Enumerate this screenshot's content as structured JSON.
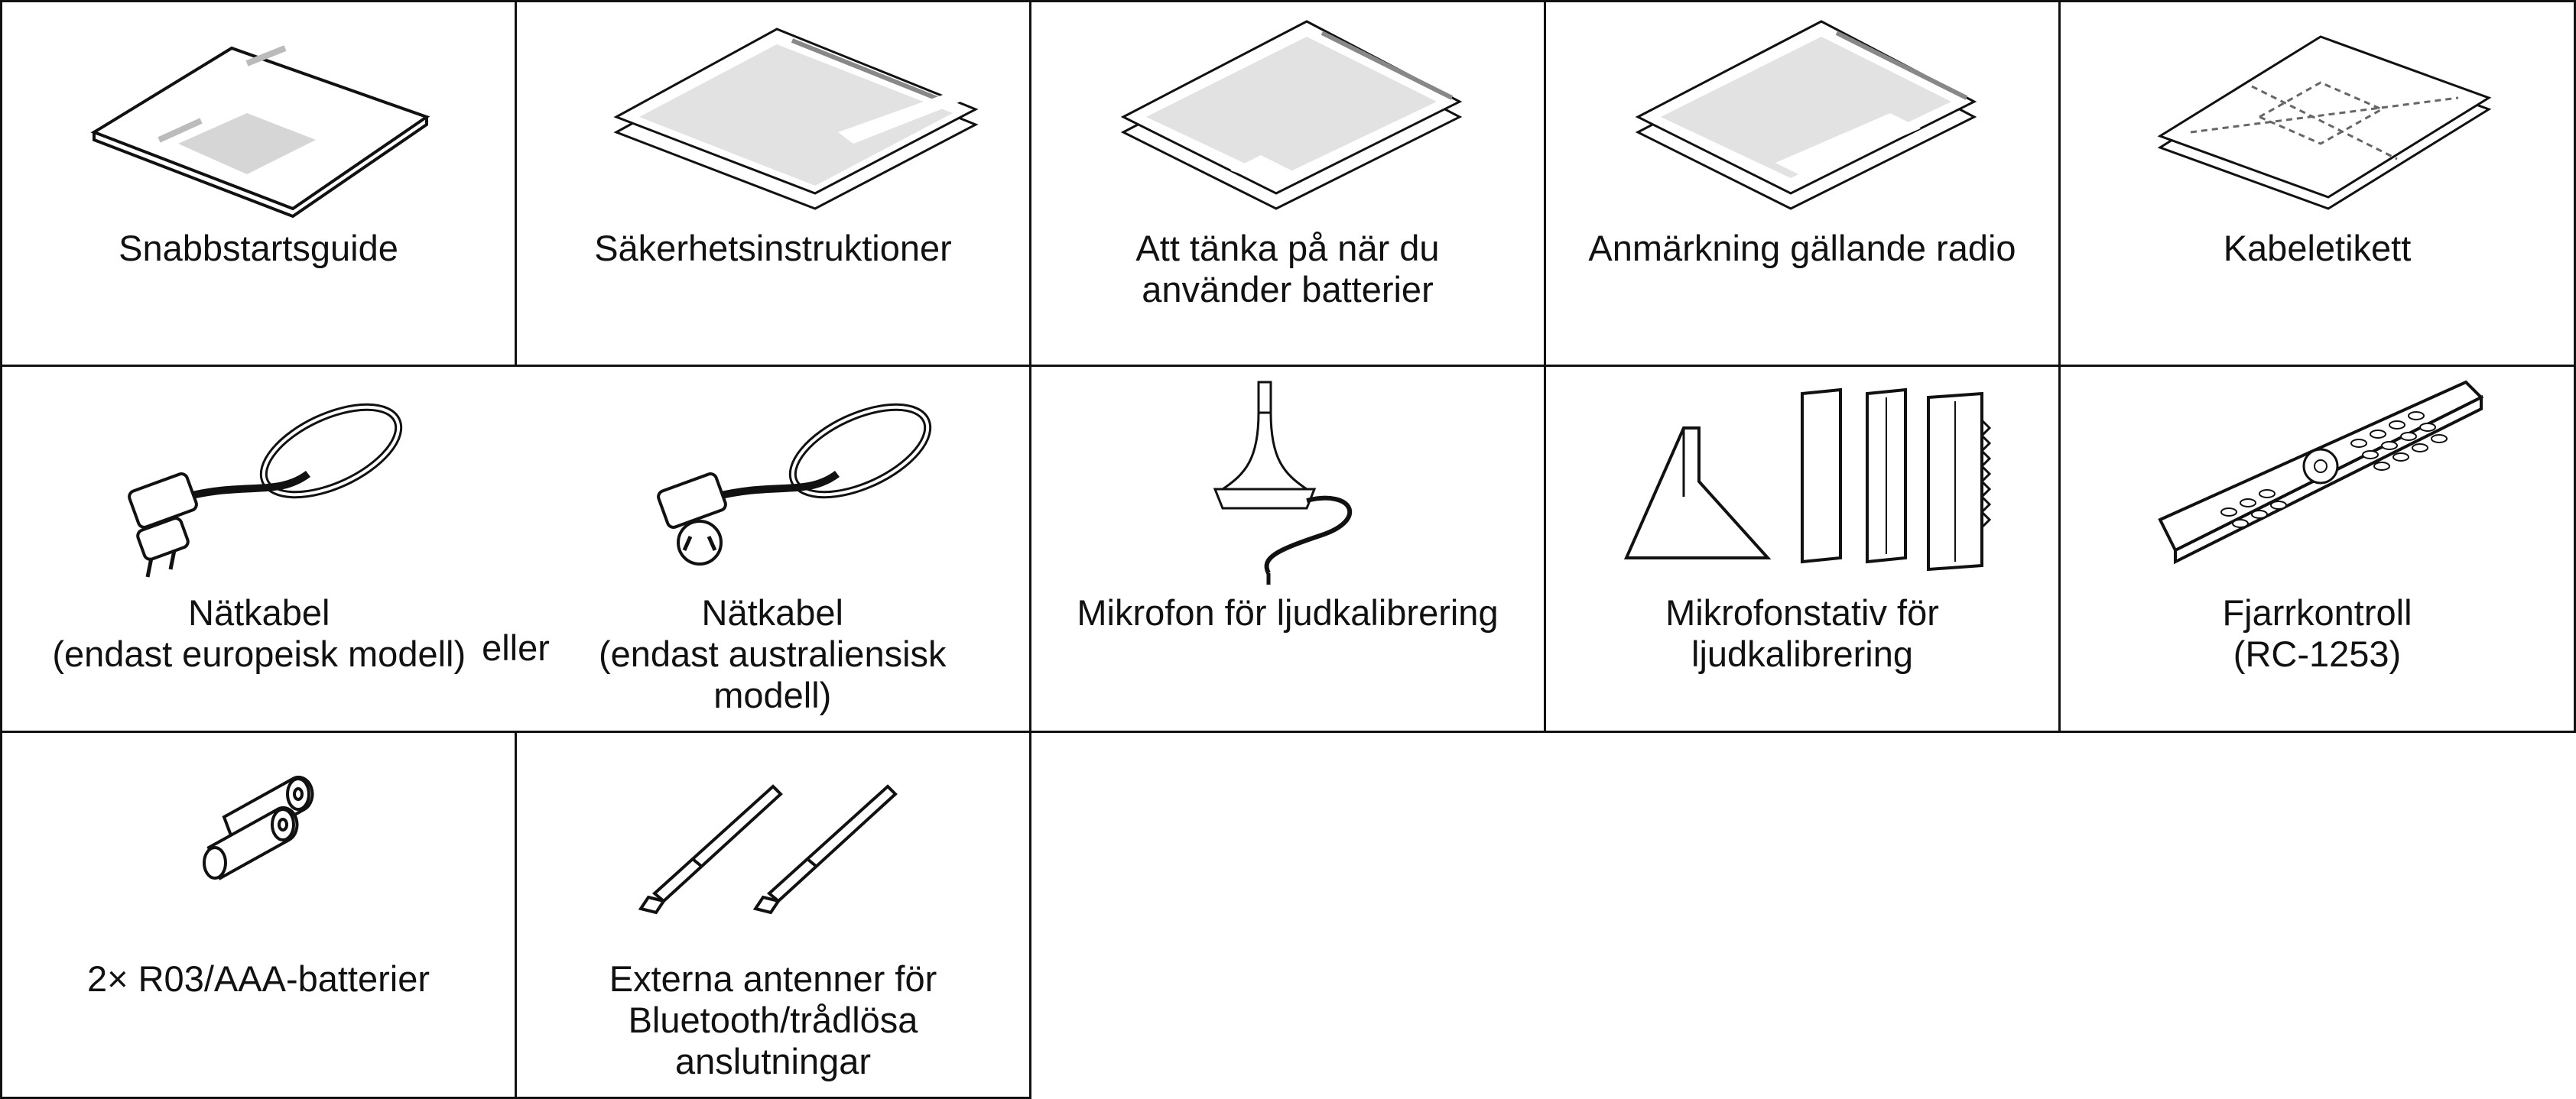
{
  "items": {
    "quick_start": "Snabbstartsguide",
    "safety": "Säkerhetsinstruktioner",
    "batteries_note": "Att tänka på när du\nanvänder batterier",
    "radio_note": "Anmärkning gällande radio",
    "cable_label": "Kabeletikett",
    "power_cord_eu": "Nätkabel\n(endast europeisk modell)",
    "or": "eller",
    "power_cord_au": "Nätkabel\n(endast australiensisk\nmodell)",
    "microphone": "Mikrofon för ljudkalibrering",
    "mic_stand": "Mikrofonstativ för\nljudkalibrering",
    "remote": "Fjarrkontroll\n(RC-1253)",
    "batteries": "2× R03/AAA-batterier",
    "antennas": "Externa antenner för\nBluetooth/trådlösa\nanslutningar"
  }
}
